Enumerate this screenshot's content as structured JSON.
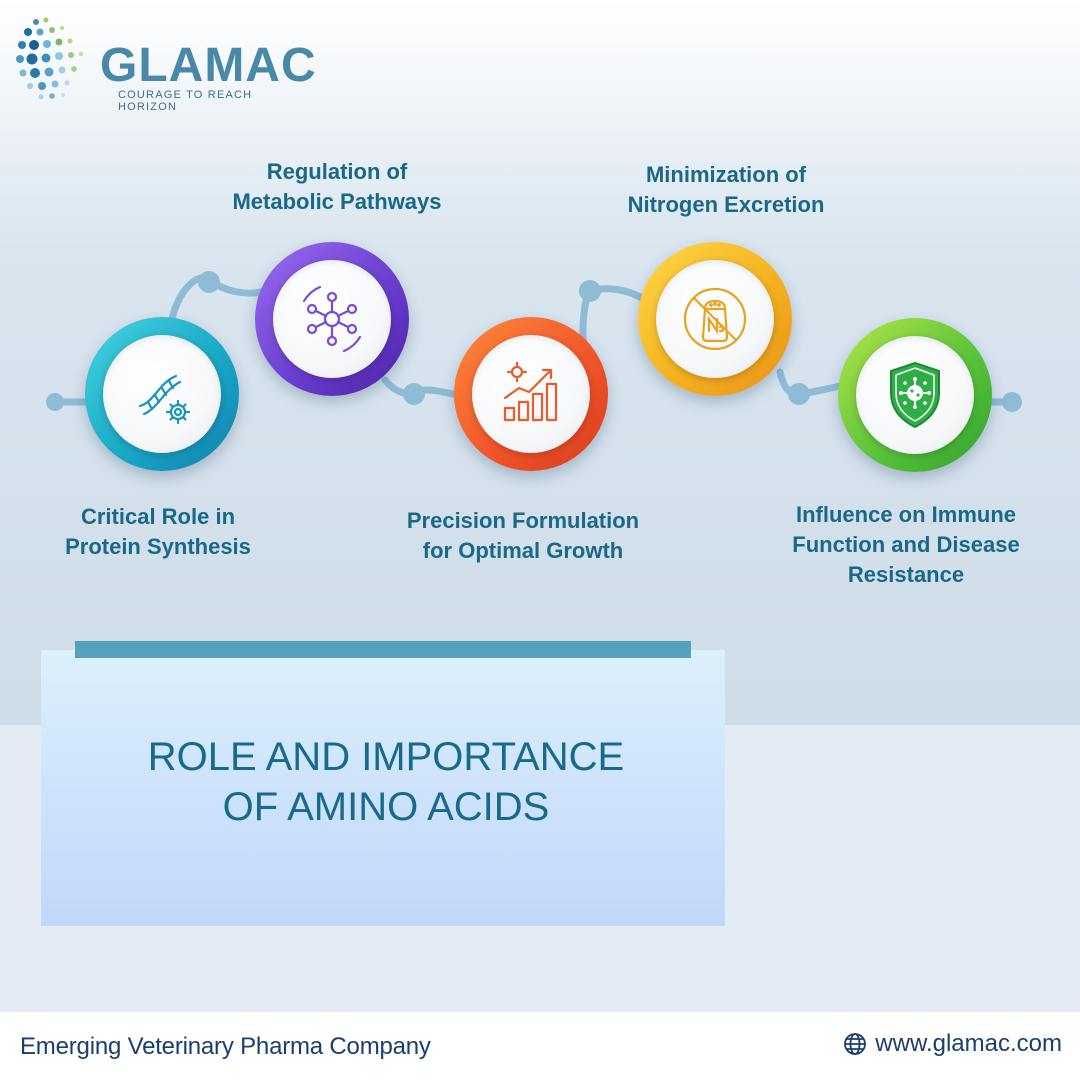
{
  "brand": {
    "name": "GLAMAC",
    "tagline": "COURAGE TO REACH HORIZON",
    "logo_icon": "dotted-globe-icon"
  },
  "steps": [
    {
      "label_line1": "Critical Role in",
      "label_line2": "Protein Synthesis",
      "icon": "dna-gear-icon",
      "color": "#1aa9c7"
    },
    {
      "label_line1": "Regulation of",
      "label_line2": "Metabolic Pathways",
      "icon": "molecule-network-icon",
      "color": "#6b3fd0"
    },
    {
      "label_line1": "Precision Formulation",
      "label_line2": "for Optimal Growth",
      "icon": "growth-chart-gear-icon",
      "color": "#f2572b"
    },
    {
      "label_line1": "Minimization of",
      "label_line2": "Nitrogen Excretion",
      "icon": "no-nitrogen-icon",
      "color": "#f5b21f"
    },
    {
      "label_line1": "Influence on Immune",
      "label_line2": "Function and Disease",
      "label_line3": "Resistance",
      "icon": "virus-shield-icon",
      "color": "#5cc43a"
    }
  ],
  "title": {
    "line1": "ROLE AND IMPORTANCE",
    "line2": "OF AMINO ACIDS"
  },
  "footer": {
    "tagline": "Emerging Veterinary Pharma Company",
    "url": "www.glamac.com",
    "url_icon": "globe-icon"
  },
  "colors": {
    "text_primary": "#1a6888",
    "title_text": "#176a8d",
    "accent_bar": "#53a1bd",
    "footer_text": "#1b3f6d",
    "connector": "#8fbcd4"
  }
}
